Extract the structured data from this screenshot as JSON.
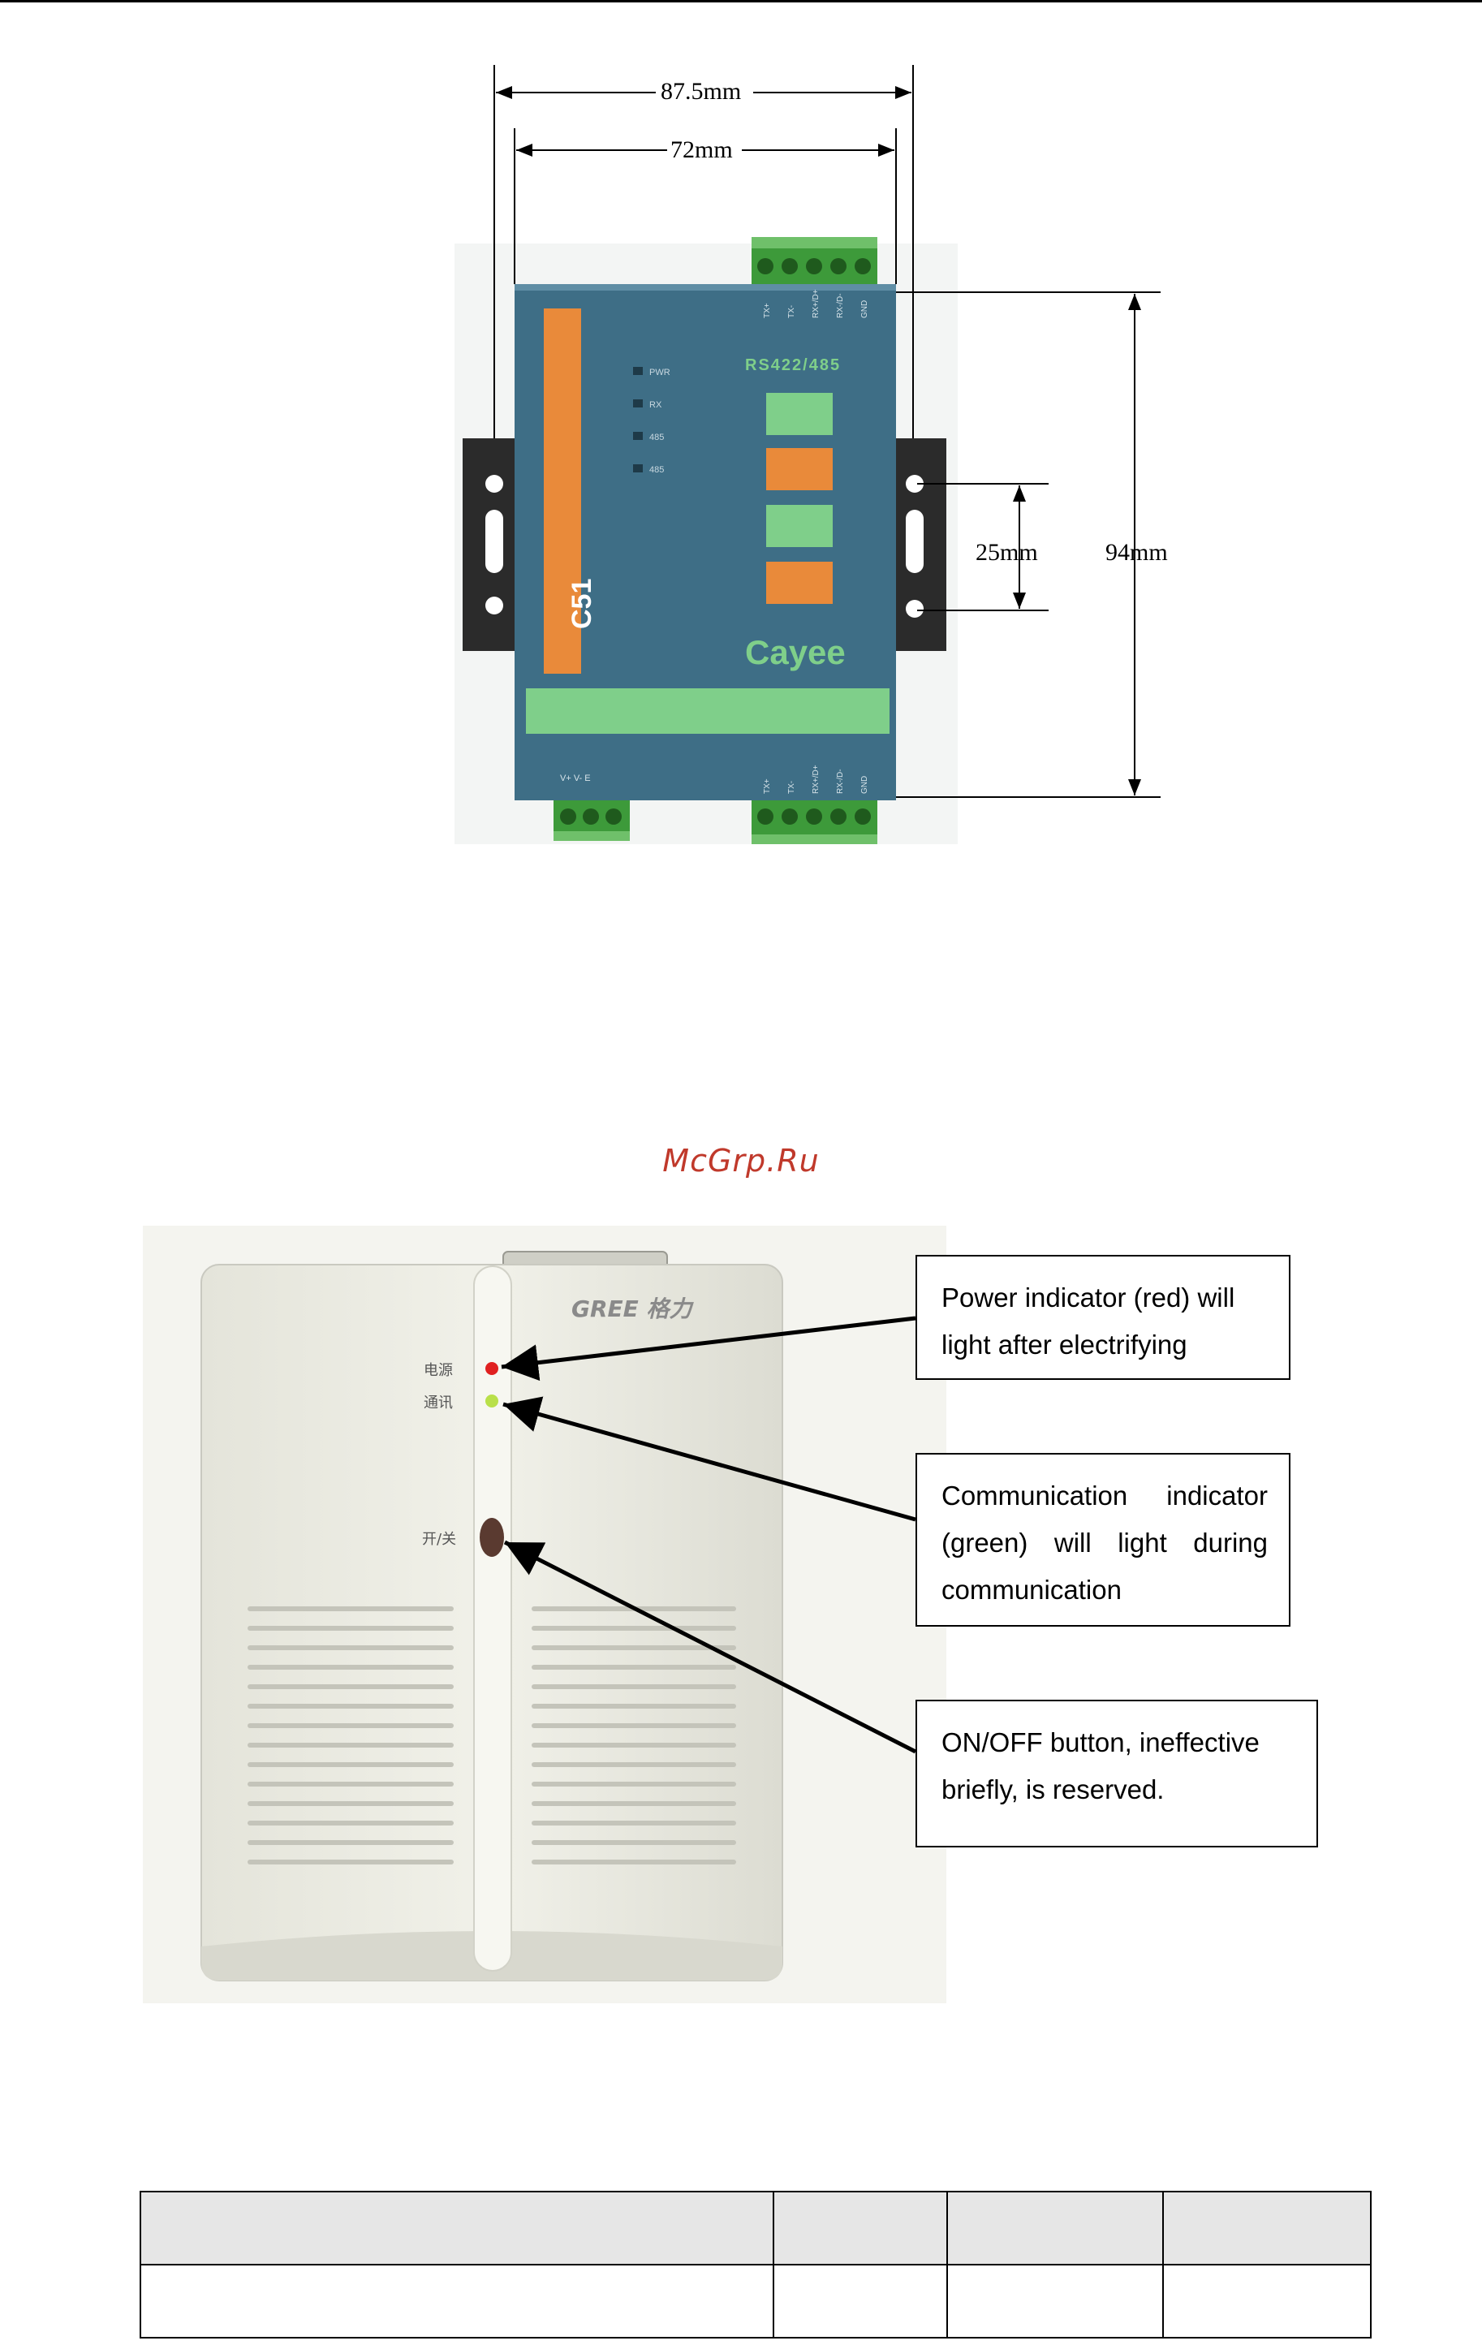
{
  "dimensions": {
    "width_overall": "87.5mm",
    "width_inner": "72mm",
    "hole_spacing": "25mm",
    "height_overall": "94mm"
  },
  "device1": {
    "model": "C51",
    "brand": "Cayee",
    "interface_label": "RS422/485",
    "leds": [
      "PWR",
      "RX",
      "485",
      "485"
    ],
    "terminal_labels": [
      "TX+",
      "TX-",
      "RX+/D+",
      "RX-/D-",
      "GND"
    ],
    "power_labels": "V+ V- E",
    "colors": {
      "body": "#3e6e86",
      "orange": "#e98a3a",
      "green": "#7fcf8a"
    }
  },
  "watermark": "McGrp.Ru",
  "device2": {
    "brand": "GREE 格力",
    "label_power": "电源",
    "label_comm": "通讯",
    "label_switch": "开/关",
    "colors": {
      "body": "#eeeee6",
      "power_led": "#e02020",
      "comm_led": "#b9e04a"
    }
  },
  "callouts": {
    "power": [
      "Power indicator (red) will",
      "light after electrifying"
    ],
    "comm": [
      "Communication  indicator",
      "(green)  will  light  during",
      "communication"
    ],
    "onoff": [
      "ON/OFF button, ineffective",
      "briefly, is reserved."
    ]
  }
}
